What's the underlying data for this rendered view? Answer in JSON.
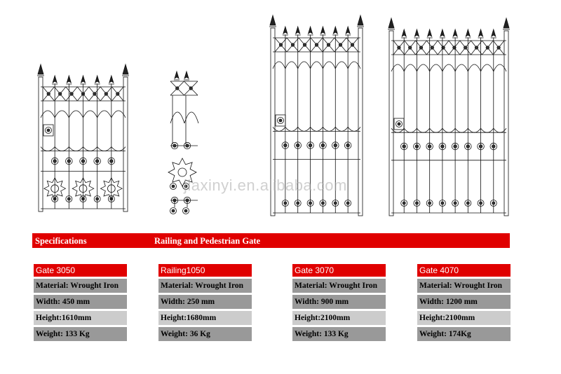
{
  "watermark": "jiaxinyi.en.alibaba.com",
  "header": {
    "specifications_label": "Specifications",
    "section_title": "Railing and Pedestrian Gate"
  },
  "products": [
    {
      "name": "Gate 3050",
      "material": "Material: Wrought Iron",
      "width": "Width: 450 mm",
      "height": "Height:1610mm",
      "weight": "Weight: 133 Kg"
    },
    {
      "name": "Railing1050",
      "material": "Material: Wrought Iron",
      "width": "Width: 250 mm",
      "height": "Height:1680mm",
      "weight": "Weight: 36 Kg"
    },
    {
      "name": "Gate   3070",
      "material": "Material: Wrought Iron",
      "width": "Width: 900 mm",
      "height": "Height:2100mm",
      "weight": "Weight: 133 Kg"
    },
    {
      "name": "Gate   4070",
      "material": "Material: Wrought Iron",
      "width": "Width: 1200 mm",
      "height": "Height:2100mm",
      "weight": "Weight: 174Kg"
    }
  ],
  "colors": {
    "header_red": "#e00000",
    "row_dark": "#999999",
    "row_light": "#cccccc"
  }
}
